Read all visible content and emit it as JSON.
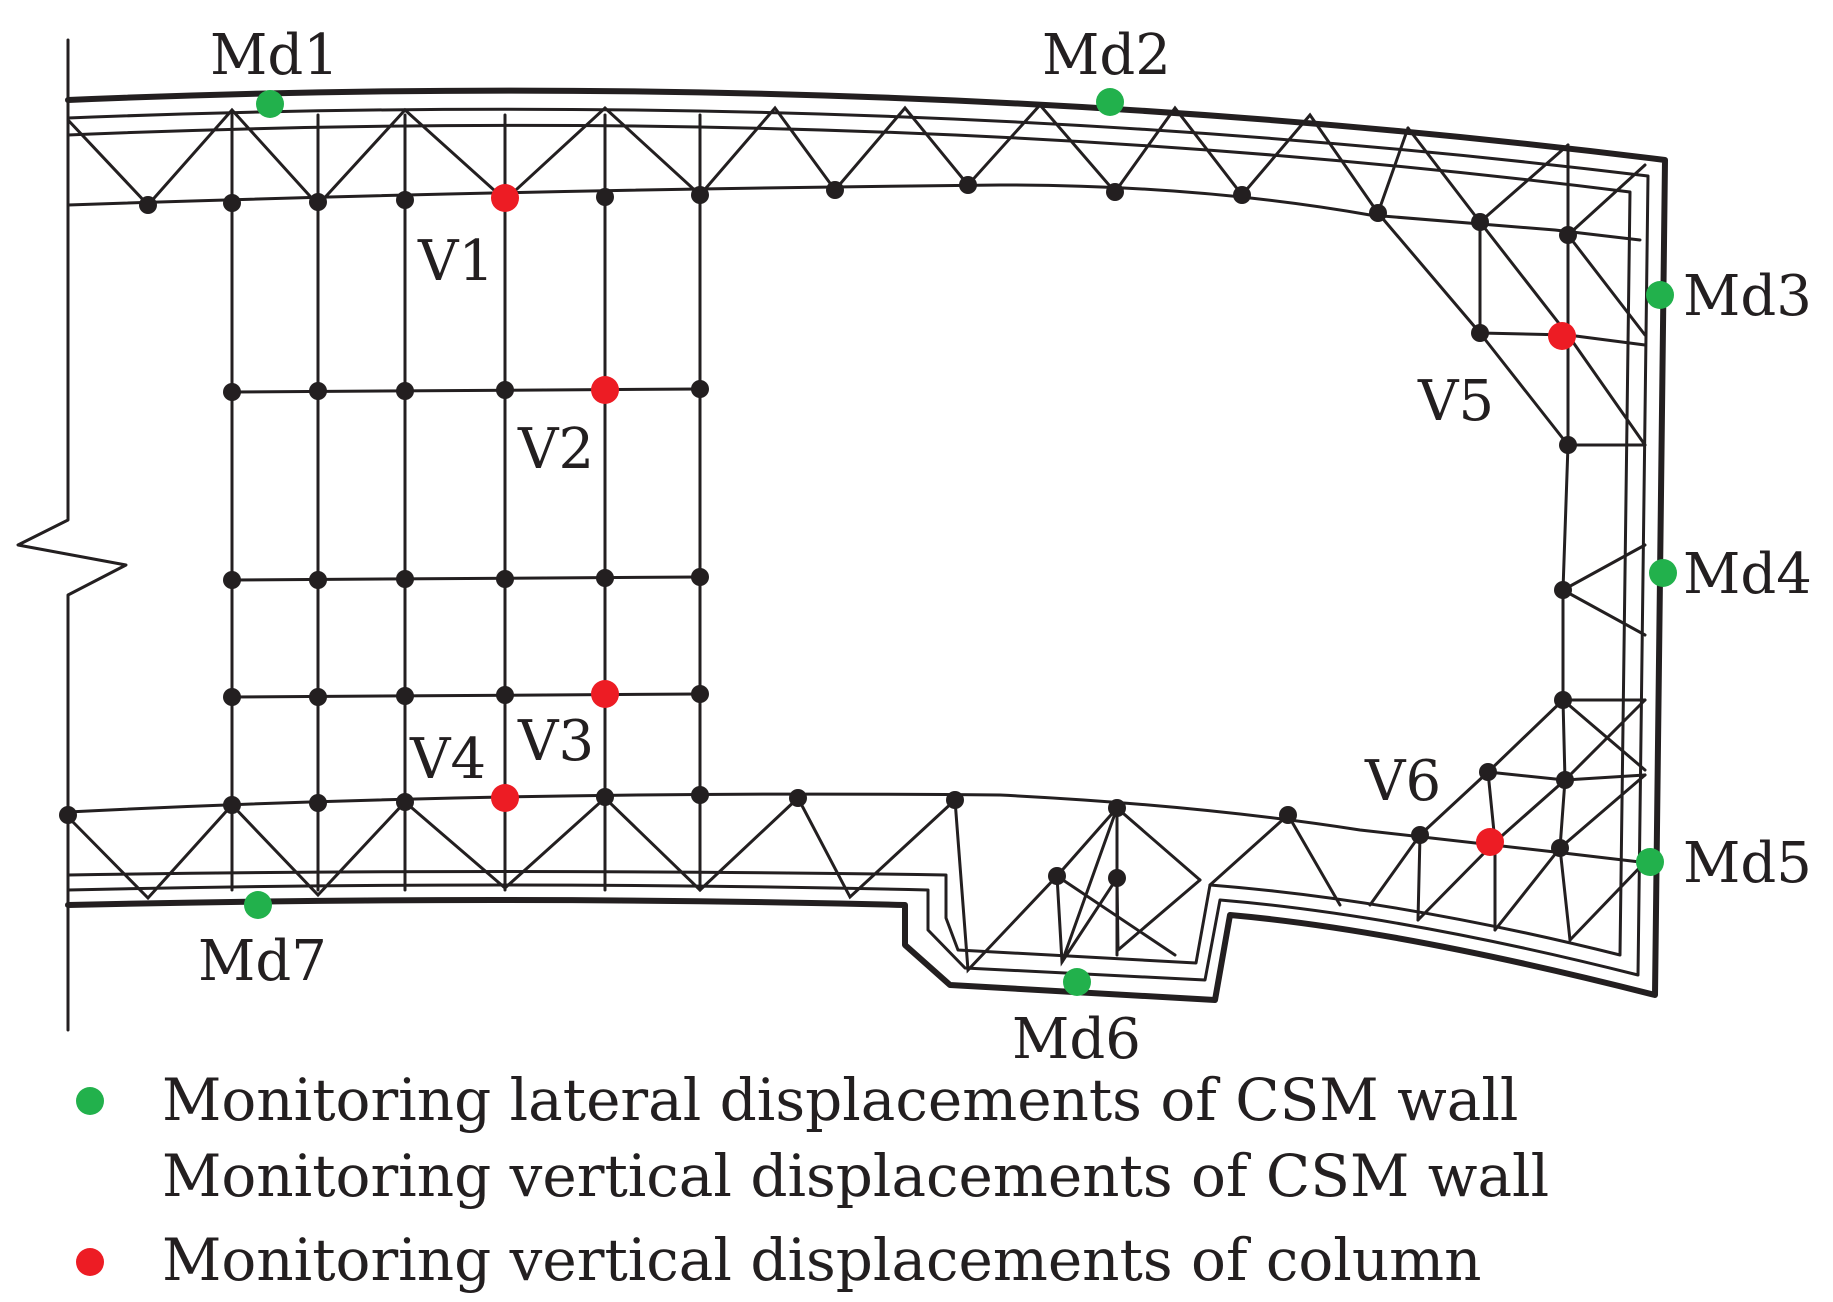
{
  "figure": {
    "lateral_points": [
      "Md1",
      "Md2",
      "Md3",
      "Md4",
      "Md5",
      "Md6",
      "Md7"
    ],
    "column_points": [
      "V1",
      "V2",
      "V3",
      "V4",
      "V5",
      "V6"
    ]
  },
  "legend": {
    "items": [
      {
        "label": "Monitoring lateral displacements of CSM wall",
        "marker": "green-dot"
      },
      {
        "label": "Monitoring vertical displacements of CSM wall",
        "marker": "none"
      },
      {
        "label": "Monitoring vertical displacements of column",
        "marker": "red-dot"
      }
    ]
  },
  "colors": {
    "structure": "#231f20",
    "lateral_marker": "#22b14c",
    "column_marker": "#ed1c24"
  }
}
